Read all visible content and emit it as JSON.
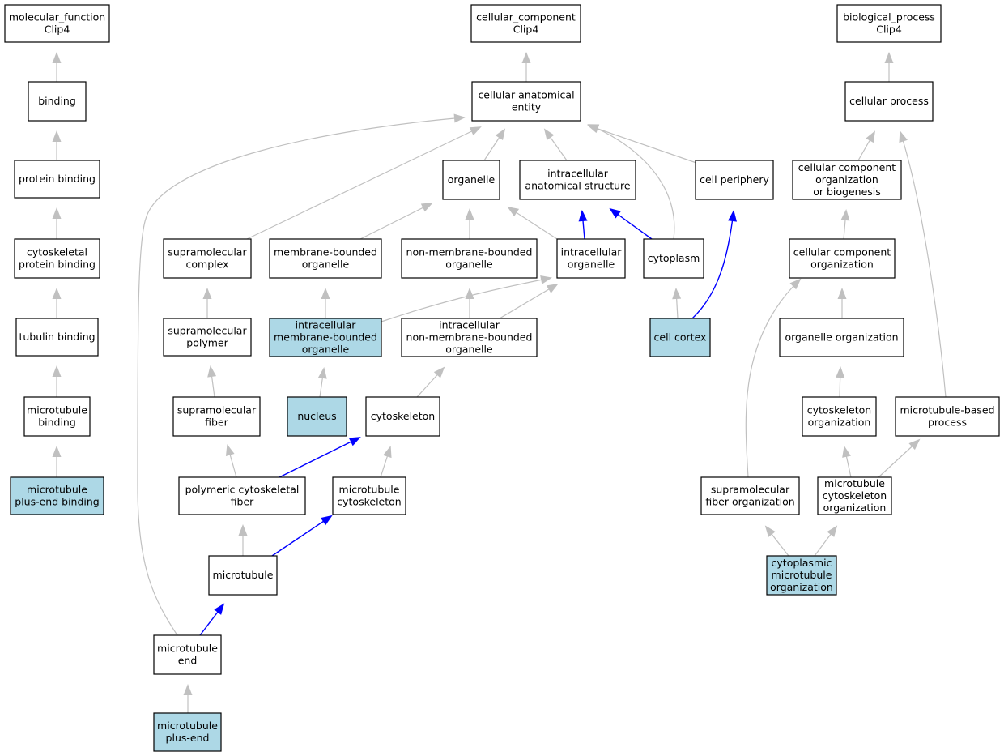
{
  "colors": {
    "node_fill": "#ffffff",
    "highlight_fill": "#add8e6",
    "edge_is_a": "#c0c0c0",
    "edge_part_of": "#0000ff"
  },
  "nodes": [
    {
      "id": "mf_root",
      "lines": [
        "molecular_function",
        "Clip4"
      ],
      "highlight": false
    },
    {
      "id": "binding",
      "lines": [
        "binding"
      ],
      "highlight": false
    },
    {
      "id": "protein_binding",
      "lines": [
        "protein binding"
      ],
      "highlight": false
    },
    {
      "id": "cyto_protein_binding",
      "lines": [
        "cytoskeletal",
        "protein binding"
      ],
      "highlight": false
    },
    {
      "id": "tubulin_binding",
      "lines": [
        "tubulin binding"
      ],
      "highlight": false
    },
    {
      "id": "mt_binding",
      "lines": [
        "microtubule",
        "binding"
      ],
      "highlight": false
    },
    {
      "id": "mt_plus_end_binding",
      "lines": [
        "microtubule",
        "plus-end binding"
      ],
      "highlight": true
    },
    {
      "id": "cc_root",
      "lines": [
        "cellular_component",
        "Clip4"
      ],
      "highlight": false
    },
    {
      "id": "cae",
      "lines": [
        "cellular anatomical",
        "entity"
      ],
      "highlight": false
    },
    {
      "id": "organelle",
      "lines": [
        "organelle"
      ],
      "highlight": false
    },
    {
      "id": "ias",
      "lines": [
        "intracellular",
        "anatomical structure"
      ],
      "highlight": false
    },
    {
      "id": "cell_periphery",
      "lines": [
        "cell periphery"
      ],
      "highlight": false
    },
    {
      "id": "supra_complex",
      "lines": [
        "supramolecular",
        "complex"
      ],
      "highlight": false
    },
    {
      "id": "mbo",
      "lines": [
        "membrane-bounded",
        "organelle"
      ],
      "highlight": false
    },
    {
      "id": "nmbo",
      "lines": [
        "non-membrane-bounded",
        "organelle"
      ],
      "highlight": false
    },
    {
      "id": "intra_organelle",
      "lines": [
        "intracellular",
        "organelle"
      ],
      "highlight": false
    },
    {
      "id": "cytoplasm",
      "lines": [
        "cytoplasm"
      ],
      "highlight": false
    },
    {
      "id": "supra_polymer",
      "lines": [
        "supramolecular",
        "polymer"
      ],
      "highlight": false
    },
    {
      "id": "imbo",
      "lines": [
        "intracellular",
        "membrane-bounded",
        "organelle"
      ],
      "highlight": true
    },
    {
      "id": "inmbo",
      "lines": [
        "intracellular",
        "non-membrane-bounded",
        "organelle"
      ],
      "highlight": false
    },
    {
      "id": "cell_cortex",
      "lines": [
        "cell cortex"
      ],
      "highlight": true
    },
    {
      "id": "supra_fiber",
      "lines": [
        "supramolecular",
        "fiber"
      ],
      "highlight": false
    },
    {
      "id": "nucleus",
      "lines": [
        "nucleus"
      ],
      "highlight": true
    },
    {
      "id": "cytoskeleton",
      "lines": [
        "cytoskeleton"
      ],
      "highlight": false
    },
    {
      "id": "poly_cyto_fiber",
      "lines": [
        "polymeric cytoskeletal",
        "fiber"
      ],
      "highlight": false
    },
    {
      "id": "mt_cytoskeleton",
      "lines": [
        "microtubule",
        "cytoskeleton"
      ],
      "highlight": false
    },
    {
      "id": "microtubule",
      "lines": [
        "microtubule"
      ],
      "highlight": false
    },
    {
      "id": "mt_end",
      "lines": [
        "microtubule",
        "end"
      ],
      "highlight": false
    },
    {
      "id": "mt_plus_end",
      "lines": [
        "microtubule",
        "plus-end"
      ],
      "highlight": true
    },
    {
      "id": "bp_root",
      "lines": [
        "biological_process",
        "Clip4"
      ],
      "highlight": false
    },
    {
      "id": "cellular_process",
      "lines": [
        "cellular process"
      ],
      "highlight": false
    },
    {
      "id": "ccob",
      "lines": [
        "cellular component",
        "organization",
        "or biogenesis"
      ],
      "highlight": false
    },
    {
      "id": "cco",
      "lines": [
        "cellular component",
        "organization"
      ],
      "highlight": false
    },
    {
      "id": "organelle_org",
      "lines": [
        "organelle organization"
      ],
      "highlight": false
    },
    {
      "id": "cyto_org",
      "lines": [
        "cytoskeleton",
        "organization"
      ],
      "highlight": false
    },
    {
      "id": "mt_based_process",
      "lines": [
        "microtubule-based",
        "process"
      ],
      "highlight": false
    },
    {
      "id": "supra_fiber_org",
      "lines": [
        "supramolecular",
        "fiber organization"
      ],
      "highlight": false
    },
    {
      "id": "mt_cyto_org",
      "lines": [
        "microtubule",
        "cytoskeleton",
        "organization"
      ],
      "highlight": false
    },
    {
      "id": "cyto_mt_org",
      "lines": [
        "cytoplasmic",
        "microtubule",
        "organization"
      ],
      "highlight": true
    }
  ],
  "edges": [
    {
      "from": "binding",
      "to": "mf_root",
      "rel": "is_a"
    },
    {
      "from": "protein_binding",
      "to": "binding",
      "rel": "is_a"
    },
    {
      "from": "cyto_protein_binding",
      "to": "protein_binding",
      "rel": "is_a"
    },
    {
      "from": "tubulin_binding",
      "to": "cyto_protein_binding",
      "rel": "is_a"
    },
    {
      "from": "mt_binding",
      "to": "tubulin_binding",
      "rel": "is_a"
    },
    {
      "from": "mt_plus_end_binding",
      "to": "mt_binding",
      "rel": "is_a"
    },
    {
      "from": "cae",
      "to": "cc_root",
      "rel": "is_a"
    },
    {
      "from": "organelle",
      "to": "cae",
      "rel": "is_a"
    },
    {
      "from": "ias",
      "to": "cae",
      "rel": "is_a"
    },
    {
      "from": "cell_periphery",
      "to": "cae",
      "rel": "is_a"
    },
    {
      "from": "cytoplasm",
      "to": "cae",
      "rel": "is_a"
    },
    {
      "from": "supra_complex",
      "to": "cae",
      "rel": "is_a"
    },
    {
      "from": "mt_end",
      "to": "cae",
      "rel": "is_a"
    },
    {
      "from": "mbo",
      "to": "organelle",
      "rel": "is_a"
    },
    {
      "from": "nmbo",
      "to": "organelle",
      "rel": "is_a"
    },
    {
      "from": "intra_organelle",
      "to": "organelle",
      "rel": "is_a"
    },
    {
      "from": "intra_organelle",
      "to": "ias",
      "rel": "part_of"
    },
    {
      "from": "cytoplasm",
      "to": "ias",
      "rel": "part_of"
    },
    {
      "from": "supra_polymer",
      "to": "supra_complex",
      "rel": "is_a"
    },
    {
      "from": "imbo",
      "to": "mbo",
      "rel": "is_a"
    },
    {
      "from": "imbo",
      "to": "intra_organelle",
      "rel": "is_a"
    },
    {
      "from": "inmbo",
      "to": "nmbo",
      "rel": "is_a"
    },
    {
      "from": "inmbo",
      "to": "intra_organelle",
      "rel": "is_a"
    },
    {
      "from": "cell_cortex",
      "to": "cytoplasm",
      "rel": "is_a"
    },
    {
      "from": "cell_cortex",
      "to": "cell_periphery",
      "rel": "part_of"
    },
    {
      "from": "supra_fiber",
      "to": "supra_polymer",
      "rel": "is_a"
    },
    {
      "from": "nucleus",
      "to": "imbo",
      "rel": "is_a"
    },
    {
      "from": "cytoskeleton",
      "to": "inmbo",
      "rel": "is_a"
    },
    {
      "from": "poly_cyto_fiber",
      "to": "supra_fiber",
      "rel": "is_a"
    },
    {
      "from": "poly_cyto_fiber",
      "to": "cytoskeleton",
      "rel": "part_of"
    },
    {
      "from": "mt_cytoskeleton",
      "to": "cytoskeleton",
      "rel": "is_a"
    },
    {
      "from": "microtubule",
      "to": "poly_cyto_fiber",
      "rel": "is_a"
    },
    {
      "from": "microtubule",
      "to": "mt_cytoskeleton",
      "rel": "part_of"
    },
    {
      "from": "mt_end",
      "to": "microtubule",
      "rel": "part_of"
    },
    {
      "from": "mt_plus_end",
      "to": "mt_end",
      "rel": "is_a"
    },
    {
      "from": "cellular_process",
      "to": "bp_root",
      "rel": "is_a"
    },
    {
      "from": "ccob",
      "to": "cellular_process",
      "rel": "is_a"
    },
    {
      "from": "mt_based_process",
      "to": "cellular_process",
      "rel": "is_a"
    },
    {
      "from": "cco",
      "to": "ccob",
      "rel": "is_a"
    },
    {
      "from": "organelle_org",
      "to": "cco",
      "rel": "is_a"
    },
    {
      "from": "supra_fiber_org",
      "to": "cco",
      "rel": "is_a"
    },
    {
      "from": "cyto_org",
      "to": "organelle_org",
      "rel": "is_a"
    },
    {
      "from": "mt_cyto_org",
      "to": "cyto_org",
      "rel": "is_a"
    },
    {
      "from": "mt_cyto_org",
      "to": "mt_based_process",
      "rel": "is_a"
    },
    {
      "from": "cyto_mt_org",
      "to": "supra_fiber_org",
      "rel": "is_a"
    },
    {
      "from": "cyto_mt_org",
      "to": "mt_cyto_org",
      "rel": "is_a"
    }
  ]
}
